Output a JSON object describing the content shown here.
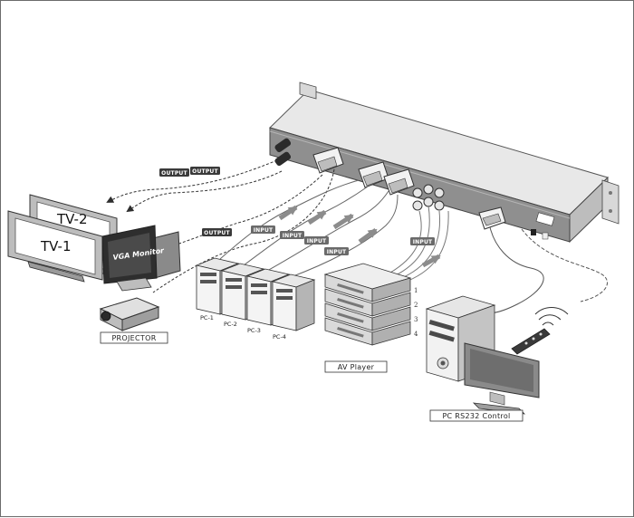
{
  "labels": {
    "output": "OUTPUT",
    "input": "INPUT",
    "tv1": "TV-1",
    "tv2": "TV-2",
    "vga_monitor": "VGA Monitor",
    "projector": "PROJECTOR",
    "pc1": "PC-1",
    "pc2": "PC-2",
    "pc3": "PC-3",
    "pc4": "PC-4",
    "av_player": "AV Player",
    "av_numbers": [
      "1",
      "2",
      "3",
      "4"
    ],
    "pc_control": "PC RS232 Control"
  },
  "colors": {
    "frame": "#6b6b6b",
    "chassis_front": "#8a8a8a",
    "chassis_top": "#e6e6e6",
    "device_gray": "#c9c9c9",
    "dark_gray": "#555555",
    "tag_bg": "#3a3a3a",
    "arrow_gray": "#8c8c8c",
    "cable": "#6e6e6e"
  }
}
